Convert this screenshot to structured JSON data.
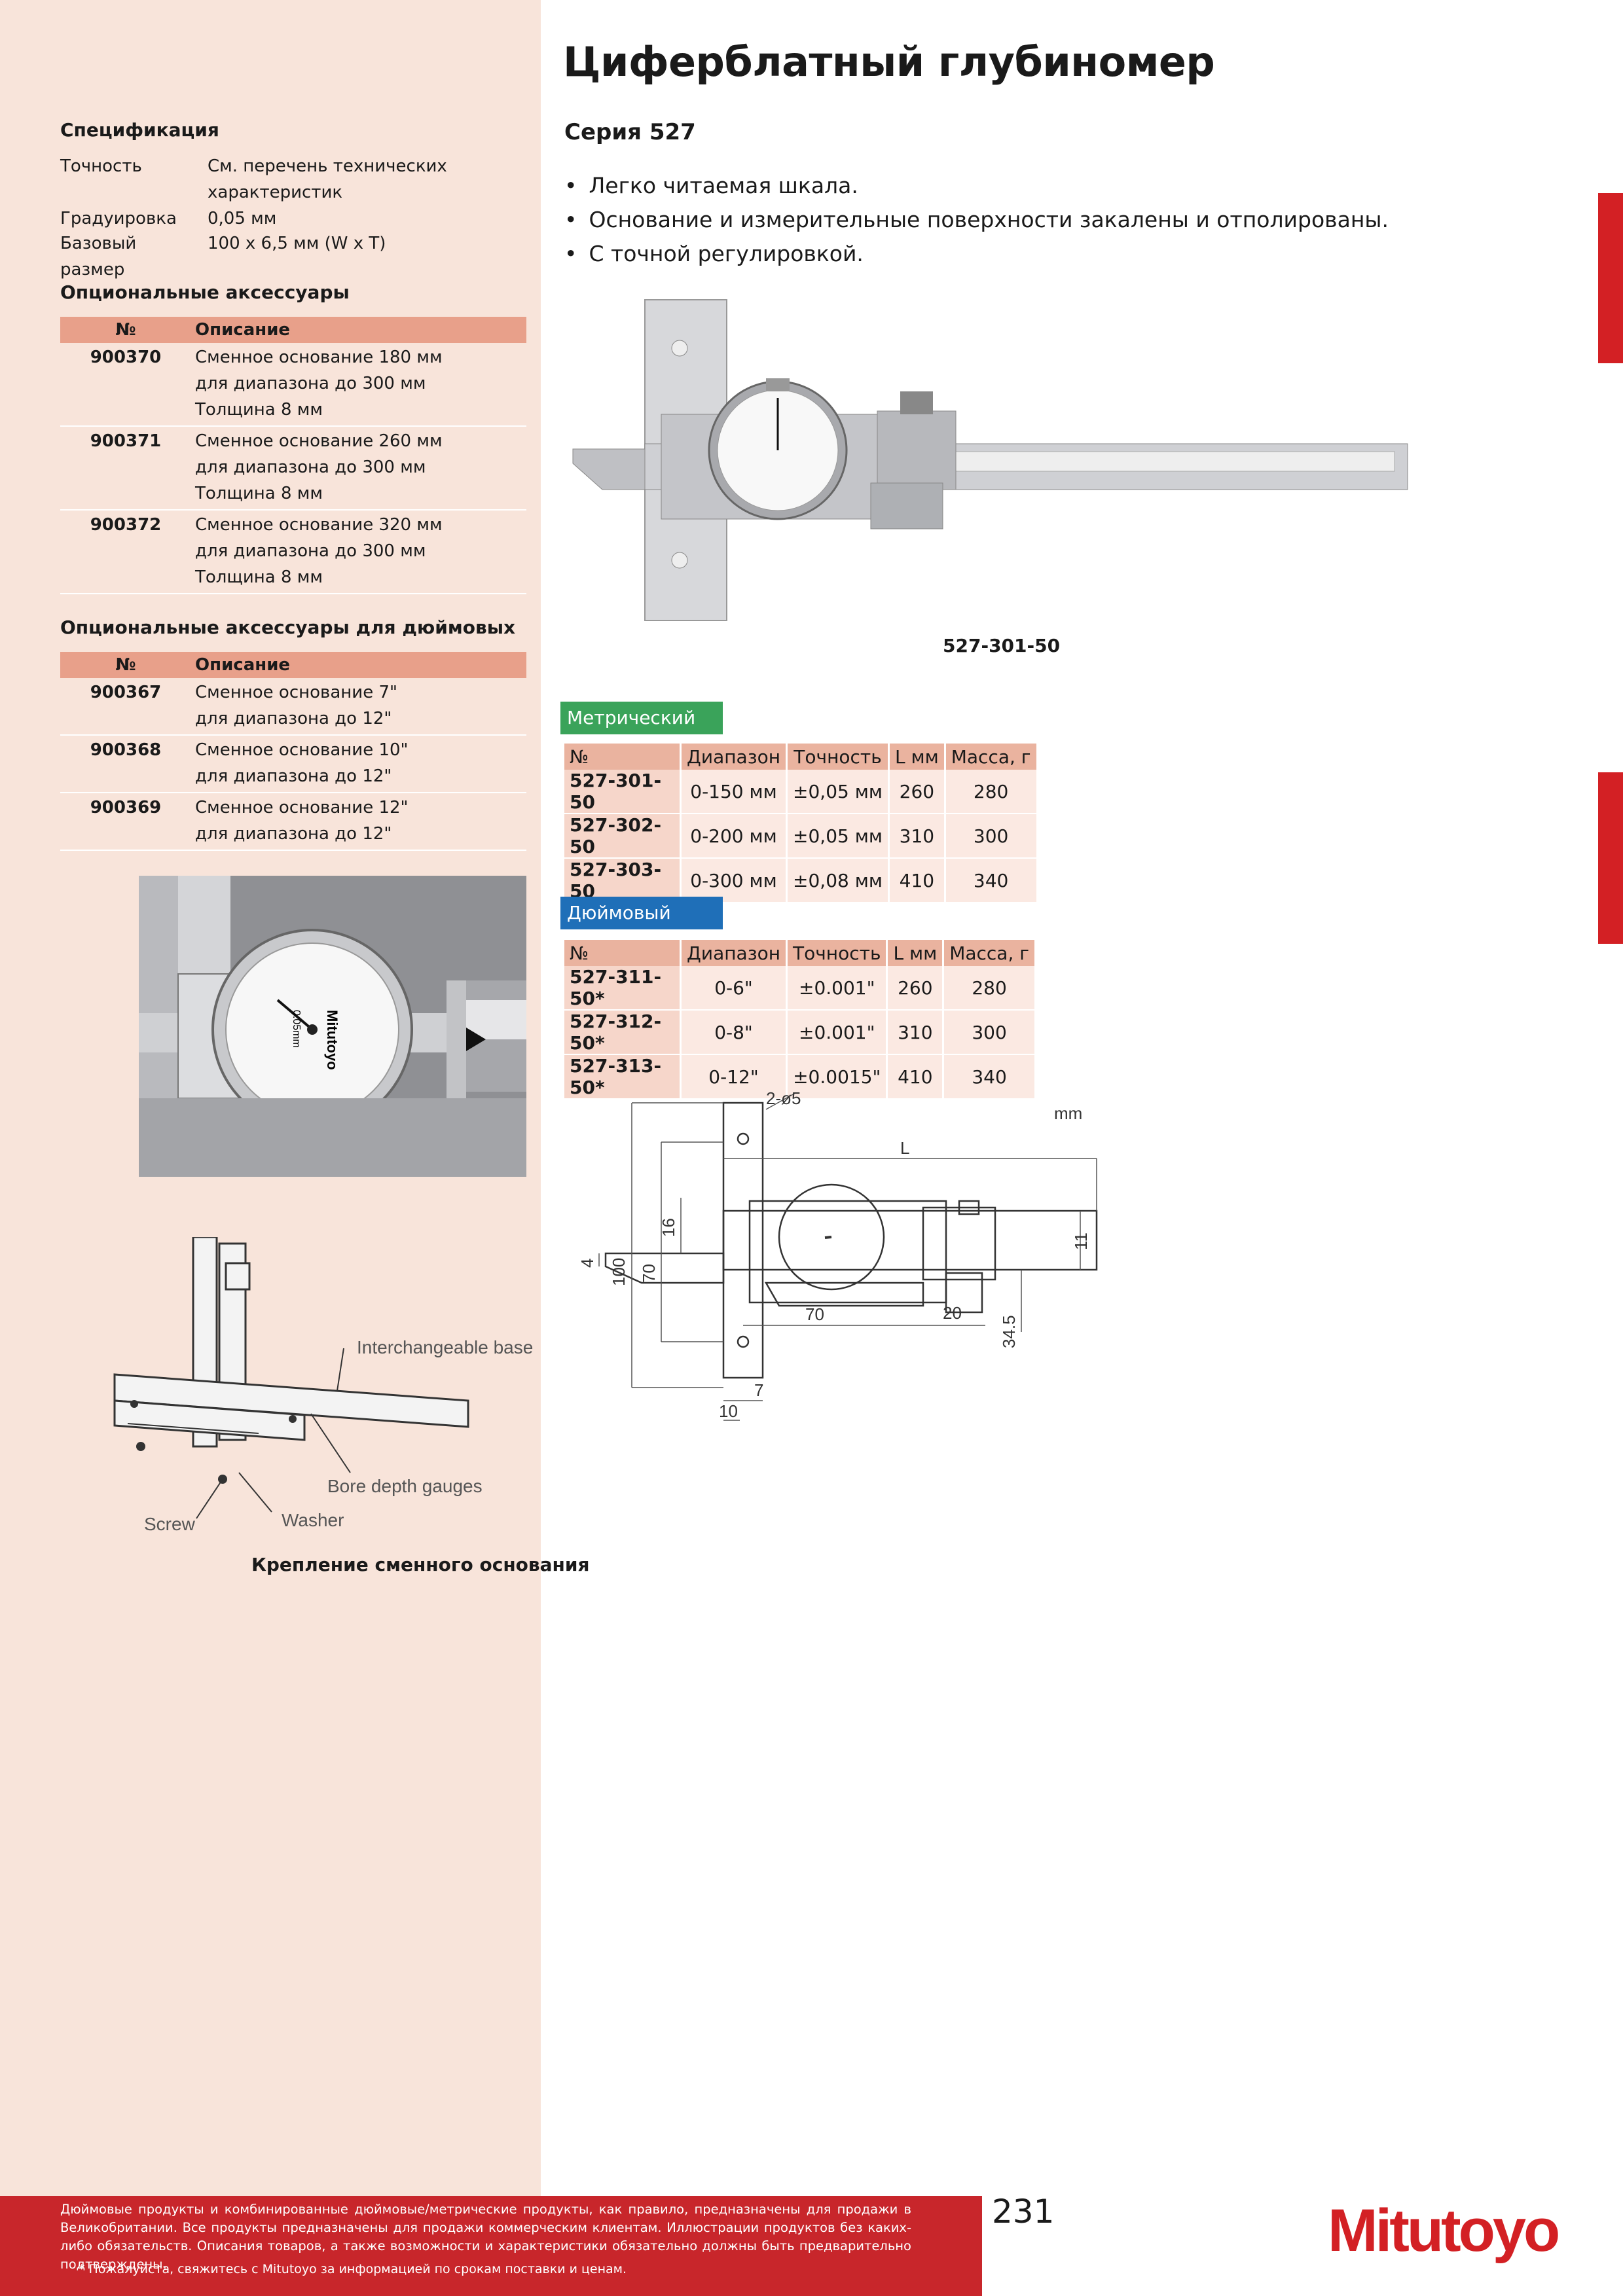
{
  "title": "Циферблатный глубиномер",
  "series": "Серия 527",
  "features": [
    "Легко читаемая шкала.",
    "Основание и измерительные поверхности закалены и отполированы.",
    "С точной регулировкой."
  ],
  "spec": {
    "heading": "Спецификация",
    "rows": [
      {
        "key": "Точность",
        "value": "См. перечень технических характеристик"
      },
      {
        "key": "Градуировка",
        "value": "0,05 мм"
      },
      {
        "key": "Базовый размер",
        "value": "100 x 6,5 мм (W x T)"
      }
    ]
  },
  "accessories": {
    "heading": "Опциональные аксессуары",
    "col_num": "№",
    "col_desc": "Описание",
    "rows": [
      {
        "num": "900370",
        "lines": [
          "Сменное основание 180 мм",
          "для диапазона до 300 мм",
          "Толщина 8 мм"
        ]
      },
      {
        "num": "900371",
        "lines": [
          "Сменное основание 260 мм",
          "для диапазона до 300 мм",
          "Толщина 8 мм"
        ]
      },
      {
        "num": "900372",
        "lines": [
          "Сменное основание 320 мм",
          "для диапазона до 300 мм",
          "Толщина 8 мм"
        ]
      }
    ]
  },
  "inch_accessories": {
    "heading": "Опциональные аксессуары для дюймовых",
    "col_num": "№",
    "col_desc": "Описание",
    "rows": [
      {
        "num": "900367",
        "lines": [
          "Сменное основание 7\"",
          "для диапазона до 12\""
        ]
      },
      {
        "num": "900368",
        "lines": [
          "Сменное основание 10\"",
          "для диапазона до 12\""
        ]
      },
      {
        "num": "900369",
        "lines": [
          "Сменное основание 12\"",
          "для диапазона до 12\""
        ]
      }
    ]
  },
  "product_caption": "527-301-50",
  "metric": {
    "label": "Метрический",
    "color": "#3aa35a",
    "headers": [
      "№",
      "Диапазон",
      "Точность",
      "L мм",
      "Масса, г"
    ],
    "rows": [
      [
        "527-301-50",
        "0-150 мм",
        "±0,05 мм",
        "260",
        "280"
      ],
      [
        "527-302-50",
        "0-200 мм",
        "±0,05 мм",
        "310",
        "300"
      ],
      [
        "527-303-50",
        "0-300 мм",
        "±0,08 мм",
        "410",
        "340"
      ]
    ]
  },
  "inch": {
    "label": "Дюймовый",
    "color": "#1f6fb8",
    "headers": [
      "№",
      "Диапазон",
      "Точность",
      "L мм",
      "Масса, г"
    ],
    "rows": [
      [
        "527-311-50*",
        "0-6\"",
        "±0.001\"",
        "260",
        "280"
      ],
      [
        "527-312-50*",
        "0-8\"",
        "±0.001\"",
        "310",
        "300"
      ],
      [
        "527-313-50*",
        "0-12\"",
        "±0.0015\"",
        "410",
        "340"
      ]
    ]
  },
  "dial": {
    "brand": "Mitutoyo",
    "graduation": "0.05mm"
  },
  "drawing": {
    "unit": "mm",
    "holes": "2-ø5",
    "L": "L",
    "d100": "100",
    "d70v": "70",
    "d16": "16",
    "d4": "4",
    "d70h": "70",
    "d20": "20",
    "d34_5": "34.5",
    "d11": "11",
    "d7": "7",
    "d10": "10"
  },
  "assembly": {
    "interchangeable_base": "Interchangeable base",
    "bore_depth_gauges": "Bore depth gauges",
    "screw": "Screw",
    "washer": "Washer",
    "caption": "Крепление сменного основания"
  },
  "footer": {
    "text": "Дюймовые продукты и комбинированные дюймовые/метрические продукты, как правило, предназначены для продажи в Великобритании. Все продукты предназначены для продажи коммерческим клиентам. Иллюстрации продуктов без каких-либо обязательств. Описания товаров, а также возможности и характеристики обязательно должны быть предварительно подтверждены.",
    "note": "* Пожалуйста, свяжитесь с Mitutoyo за информацией по срокам поставки и ценам.",
    "page_number": "231",
    "logo": "Mitutoyo"
  }
}
